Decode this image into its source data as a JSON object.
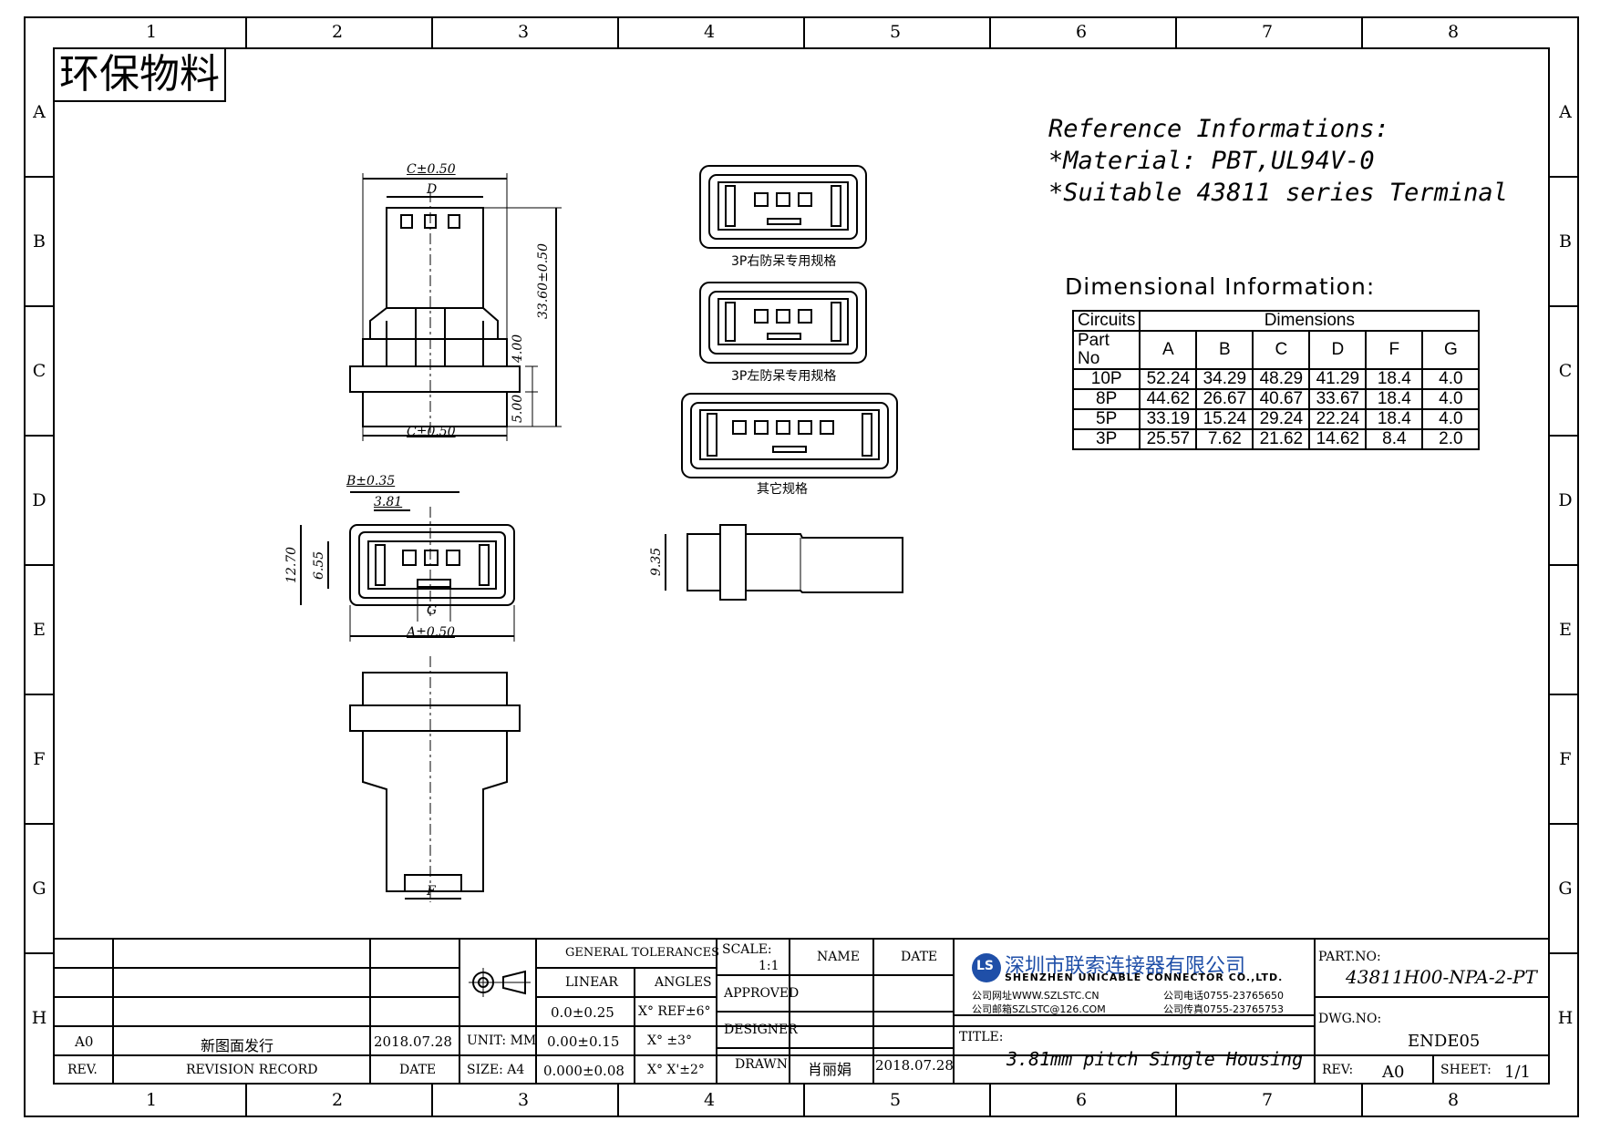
{
  "grid": {
    "columns": [
      "1",
      "2",
      "3",
      "4",
      "5",
      "6",
      "7",
      "8"
    ],
    "rows": [
      "A",
      "B",
      "C",
      "D",
      "E",
      "F",
      "G",
      "H"
    ]
  },
  "stamp": "环保物料",
  "reference": {
    "title": "Reference Informations:",
    "material": "*Material: PBT,UL94V-0",
    "terminal": "*Suitable 43811 series Terminal"
  },
  "dimensional": {
    "title": "Dimensional Information:",
    "header_circuits": "Circuits",
    "header_partno": "Part No",
    "header_dimensions": "Dimensions",
    "columns": [
      "A",
      "B",
      "C",
      "D",
      "F",
      "G"
    ],
    "rows": [
      {
        "part": "10P",
        "values": [
          "52.24",
          "34.29",
          "48.29",
          "41.29",
          "18.4",
          "4.0"
        ]
      },
      {
        "part": "8P",
        "values": [
          "44.62",
          "26.67",
          "40.67",
          "33.67",
          "18.4",
          "4.0"
        ]
      },
      {
        "part": "5P",
        "values": [
          "33.19",
          "15.24",
          "29.24",
          "22.24",
          "18.4",
          "4.0"
        ]
      },
      {
        "part": "3P",
        "values": [
          "25.57",
          "7.62",
          "21.62",
          "14.62",
          "8.4",
          "2.0"
        ]
      }
    ]
  },
  "drawing_labels": {
    "c_top": "C±0.50",
    "d": "D",
    "height_total": "33.60±0.50",
    "dim_4": "4.00",
    "dim_5": "5.00",
    "c_bottom": "C±0.50",
    "b": "B±0.35",
    "pitch": "3.81",
    "h1": "12.70",
    "h2": "6.55",
    "g": "G",
    "a": "A±0.50",
    "side": "9.35",
    "f": "F",
    "var1": "3P右防呆专用规格",
    "var2": "3P左防呆专用规格",
    "var3": "其它规格"
  },
  "title_block": {
    "general_tolerances": "GENERAL TOLERANCES",
    "linear": "LINEAR",
    "angles": "ANGLES",
    "lin1": "0.0±0.25",
    "lin2": "0.00±0.15",
    "lin3": "0.000±0.08",
    "ang1": "X° REF±6°",
    "ang2": "X° ±3°",
    "ang3": "X° X'±2°",
    "unit": "UNIT: MM",
    "size": "SIZE: A4",
    "scale_label": "SCALE:",
    "scale_value": "1:1",
    "name": "NAME",
    "date": "DATE",
    "approved": "APPROVED",
    "designer": "DESIGNER",
    "drawn": "DRAWN",
    "drawn_name": "肖丽娟",
    "drawn_date": "2018.07.28",
    "rev_code": "A0",
    "rev_desc": "新图面发行",
    "rev_date": "2018.07.28",
    "rev_hdr": "REV.",
    "rev_record": "REVISION RECORD",
    "date_hdr": "DATE",
    "company_cn": "深圳市联索连接器有限公司",
    "company_en": "SHENZHEN UNICABLE CONNECTOR CO.,LTD.",
    "web": "公司网址WWW.SZLSTC.CN",
    "email": "公司邮箱SZLSTC@126.COM",
    "tel": "公司电话0755-23765650",
    "fax": "公司传真0755-23765753",
    "title_label": "TITLE:",
    "title": "3.81mm pitch Single Housing",
    "part_label": "PART.NO:",
    "part_no": "43811H00-NPA-2-PT",
    "dwg_label": "DWG.NO:",
    "dwg_no": "ENDE05",
    "rev_label": "REV:",
    "rev": "A0",
    "sheet_label": "SHEET:",
    "sheet": "1/1",
    "logo": "LS"
  }
}
